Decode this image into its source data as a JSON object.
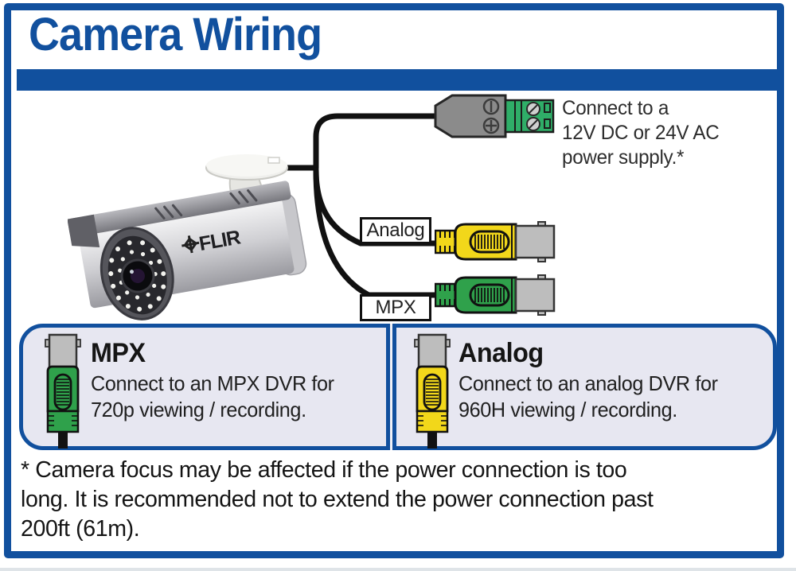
{
  "page": {
    "title": "Camera Wiring"
  },
  "colors": {
    "frame_blue": "#11509e",
    "panel_bg": "#e7e7f1",
    "mpx_green": "#2fa14b",
    "analog_yellow": "#f2d71a",
    "barrel_gray": "#bdbdbd",
    "plug_gray": "#8b8b8b",
    "terminal_green": "#2fae68",
    "screw_gray": "#cfcfcf",
    "wire_black": "#111111"
  },
  "diagram": {
    "camera_brand": "FLIR",
    "analog_label": "Analog",
    "mpx_label": "MPX",
    "power_note": {
      "lines": [
        "Connect to a",
        "12V DC or 24V AC",
        "power supply.*"
      ]
    }
  },
  "info_panels": [
    {
      "id": "mpx",
      "title": "MPX",
      "line1": "Connect to an MPX DVR for",
      "line2": "720p viewing / recording."
    },
    {
      "id": "analog",
      "title": "Analog",
      "line1": "Connect to an analog DVR for",
      "line2": "960H viewing / recording."
    }
  ],
  "footnote": {
    "lines": [
      "* Camera focus may be affected if the power connection is too",
      "long. It is recommended not to extend the power connection past",
      "200ft (61m)."
    ]
  }
}
